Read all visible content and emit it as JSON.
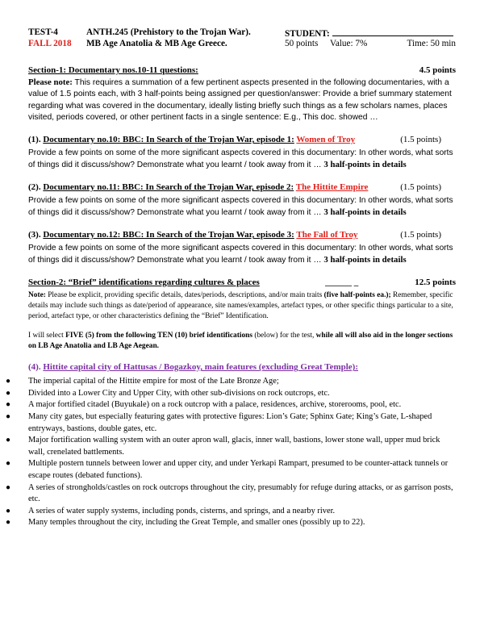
{
  "header": {
    "test": "TEST-4",
    "course": "ANTH.245 (Prehistory to the Trojan War).",
    "student_label": "STUDENT:",
    "term": "FALL 2018",
    "topic": "MB Age Anatolia & MB Age Greece.",
    "points": "50 points",
    "value": "Value: 7%",
    "time": "Time: 50 min"
  },
  "section1": {
    "title": "Section-1: Documentary nos.10-11 questions:",
    "points": "4.5 points",
    "note_label": "Please note:",
    "note_text": " This requires a summation of a few pertinent aspects presented in the following documentaries, with a value of 1.5 points each, with 3 half-points being assigned per question/answer: Provide a brief summary statement regarding what was covered in the documentary, ideally listing briefly such things as a few scholars names, places visited, periods covered, or other pertinent facts in a single sentence: E.g., This doc. showed …"
  },
  "documentaries": [
    {
      "num": "(1).",
      "title": "Documentary no.10: BBC: In Search of the Trojan War, episode 1:",
      "episode": "Women of Troy",
      "points": "(1.5 points)",
      "prompt": "Provide a few points on some of the more significant aspects covered in this documentary: In other words, what sorts of things did it discuss/show? Demonstrate what you learnt / took away from it … ",
      "prompt_bold": "3 half-points in details"
    },
    {
      "num": "(2).",
      "title": "Documentary no.11: BBC: In Search of the Trojan War, episode 2:",
      "episode": "The Hittite Empire",
      "points": "(1.5 points)",
      "prompt": "Provide a few points on some of the more significant aspects covered in this documentary: In other words, what sorts of things did it discuss/show? Demonstrate what you learnt / took away from it … ",
      "prompt_bold": "3 half-points in details"
    },
    {
      "num": "(3).",
      "title": "Documentary no.12: BBC: In Search of the Trojan War, episode 3:",
      "episode": "The Fall of Troy",
      "points": "(1.5 points)",
      "prompt": "Provide a few points on some of the more significant aspects covered in this documentary: In other words, what sorts of things did it discuss/show? Demonstrate what you learnt / took away from it … ",
      "prompt_bold": "3 half-points in details"
    }
  ],
  "section2": {
    "title": "Section-2: “Brief” identifications regarding cultures & places",
    "blank": "______  _",
    "points": "12.5 points",
    "note_label": "Note:",
    "note_text1": " Please be explicit, providing specific details, dates/periods, descriptions, and/or main traits ",
    "note_bold": "(five half-points ea.);",
    "note_text2": " Remember, specific details may include such things as date/period of appearance, site names/examples, artefact types, or other specific things particular to a site, period, artefact type, or other characteristics defining the “Brief” Identification.",
    "select_text1": "I will select ",
    "select_bold1": "FIVE (5) from the following TEN (10) brief identifications",
    "select_text2": " (below) for the test, ",
    "select_bold2": "while all will also aid in the longer sections on LB Age Anatolia and LB Age Aegean."
  },
  "question4": {
    "num": "(4).",
    "title": "Hittite capital city of Hattusas / Bogazkoy, main features (excluding Great Temple):",
    "bullets": [
      "The imperial capital of the Hittite empire for most of the Late Bronze Age;",
      "Divided into a Lower City and Upper City, with other sub-divisions on rock outcrops, etc.",
      "A major fortified citadel (Buyukale) on a rock outcrop with a palace, residences, archive, storerooms, pool, etc.",
      "Many city gates, but especially featuring gates with protective figures: Lion’s Gate; Sphinx Gate; King’s Gate, L-shaped entryways, bastions, double gates, etc.",
      "Major fortification walling system with an outer apron wall, glacis, inner wall, bastions, lower stone wall, upper mud brick wall, crenelated battlements.",
      "Multiple postern tunnels between lower and upper city, and under Yerkapi Rampart, presumed to be counter-attack tunnels or escape routes (debated functions).",
      "A series of strongholds/castles on rock outcrops throughout the city, presumably for refuge during attacks, or as garrison posts, etc.",
      "A series of water supply systems, including ponds, cisterns, and springs, and a nearby river.",
      "Many temples throughout the city, including the Great Temple, and smaller ones (possibly up to 22)."
    ]
  }
}
